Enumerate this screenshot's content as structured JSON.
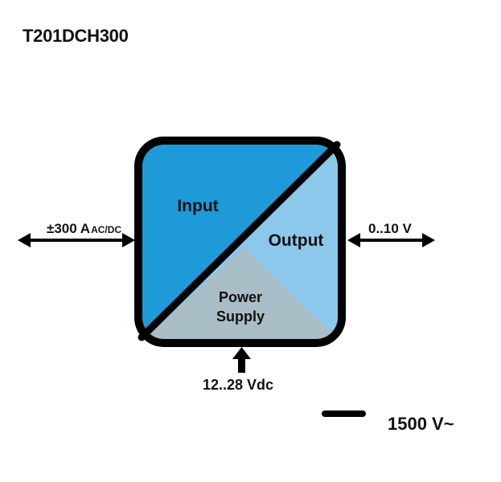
{
  "title": "T201DCH300",
  "colors": {
    "input_fill": "#1f9ad8",
    "output_fill": "#8cc8ec",
    "power_fill": "#a9bec6",
    "outline": "#000000"
  },
  "blocks": {
    "input": "Input",
    "output": "Output",
    "power_line1": "Power",
    "power_line2": "Supply"
  },
  "signals": {
    "input_main": "±300 A",
    "input_sub": "AC/DC",
    "output": "0..10 V",
    "supply": "12..28 Vdc"
  },
  "isolation": {
    "label": "1500 V~"
  }
}
